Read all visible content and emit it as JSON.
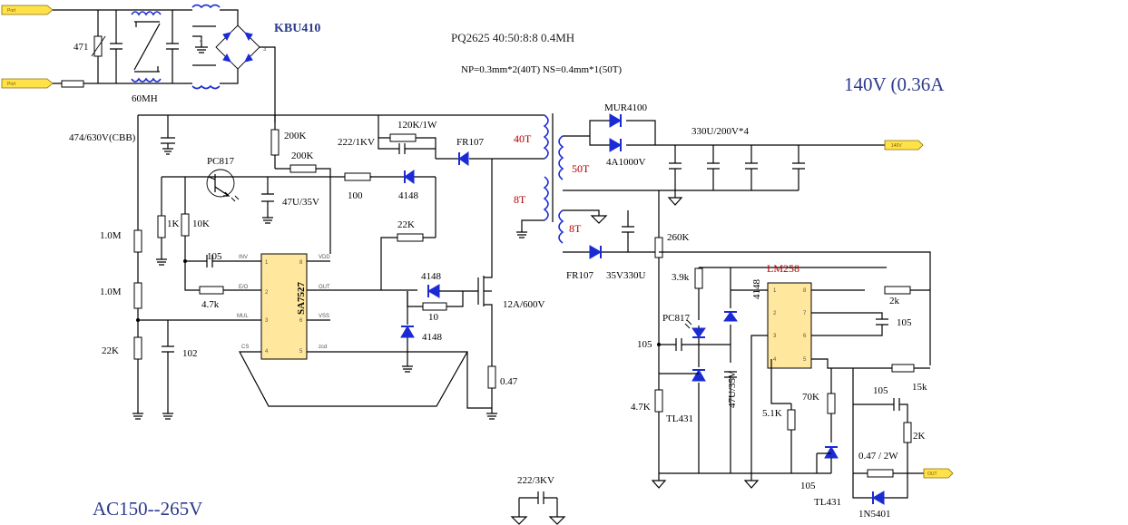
{
  "labels": {
    "bridge": "KBU410",
    "transformer": "PQ2625  40:50:8:8   0.4MH",
    "winding_spec": "NP=0.3mm*2(40T)  NS=0.4mm*1(50T)",
    "output_spec": "140V  (0.36A",
    "ac_input": "AC150--265V",
    "varistor": "471",
    "choke": "60MH",
    "x_cap": "474/630V(CBB)",
    "r_200k_a": "200K",
    "r_200k_b": "200K",
    "snubber_r": "120K/1W",
    "snubber_c": "222/1KV",
    "fr107_a": "FR107",
    "fr107_b": "FR107",
    "pc817_a": "PC817",
    "pc817_b": "PC817",
    "cap_47u": "47U/35V",
    "r_100": "100",
    "d_4148_a": "4148",
    "d_4148_b": "4148",
    "d_4148_c": "4148",
    "d_4148_d": "4148",
    "r_1k": "1K",
    "r_10k": "10K",
    "r_22k_a": "22K",
    "r_22k_b": "22K",
    "r_1m_a": "1.0M",
    "r_1m_b": "1.0M",
    "c_105_a": "105",
    "c_105_b": "105",
    "c_105_c": "105",
    "c_105_d": "105",
    "c_105_e": "105",
    "r_4k7_a": "4.7k",
    "r_4k7_b": "4.7K",
    "c_102": "102",
    "ic_sa7527": "SA7527",
    "r_10": "10",
    "mosfet": "12A/600V",
    "r_047": "0.47",
    "turns_40t": "40T",
    "turns_50t": "50T",
    "turns_8t_a": "8T",
    "turns_8t_b": "8T",
    "mur": "MUR4100",
    "diode_4a": "4A1000V",
    "caps_out": "330U/200V*4",
    "cap_35v": "35V330U",
    "r_260k": "260K",
    "r_3k9": "3.9k",
    "ic_lm258": "LM258",
    "r_2k_a": "2k",
    "r_2k_b": "2K",
    "r_15k": "15k",
    "tl431_a": "TL431",
    "tl431_b": "TL431",
    "cap_47u_b": "47U/35V",
    "r_5k1": "5.1K",
    "r_70k": "70K",
    "r_047_2w": "0.47 / 2W",
    "d_1n5401": "1N5401",
    "y_cap": "222/3KV",
    "pin_inv": "INV",
    "pin_eo": "E/O",
    "pin_mul": "MUL",
    "pin_cs": "CS",
    "pin_vdd": "VDD",
    "pin_out": "OUT",
    "pin_vss": "VSS",
    "pin_zcd": "zcd",
    "port_line_a": "Port",
    "port_line_b": "Port",
    "port_out_pos": "140V",
    "port_out_neg": "OUT"
  }
}
